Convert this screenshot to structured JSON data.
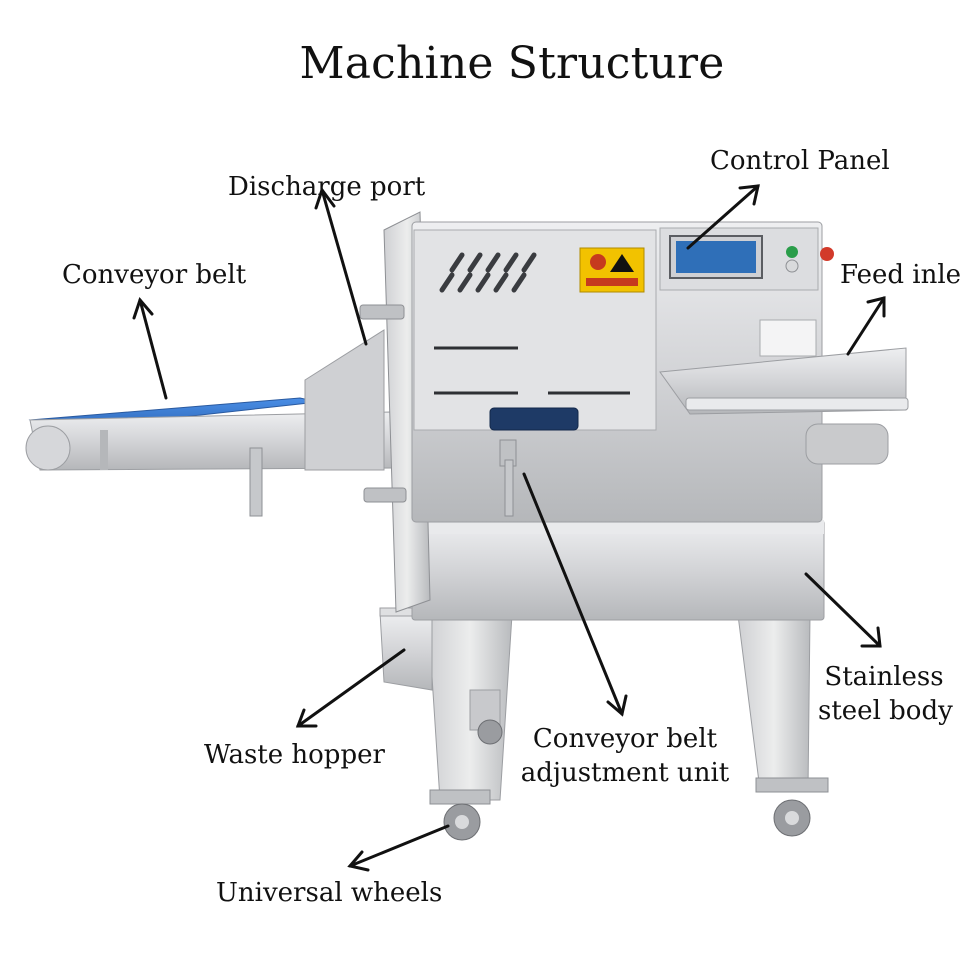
{
  "title": "Machine Structure",
  "labels": {
    "control_panel": "Control Panel",
    "discharge_port": "Discharge port",
    "conveyor_belt": "Conveyor belt",
    "feed_inlet": "Feed inlet",
    "stainless_steel_body_line1": "Stainless",
    "stainless_steel_body_line2": "steel body",
    "conveyor_belt_adjustment_line1": "Conveyor belt",
    "conveyor_belt_adjustment_line2": "adjustment unit",
    "waste_hopper": "Waste hopper",
    "universal_wheels": "Universal wheels"
  },
  "colors": {
    "steel_light": "#e6e7e9",
    "steel_mid": "#c9cacc",
    "steel_dark": "#9c9ea2",
    "belt_blue": "#3d7fd6",
    "warning_yellow": "#f2c200",
    "screen_blue": "#2f6fb8",
    "arrow": "#111111"
  }
}
